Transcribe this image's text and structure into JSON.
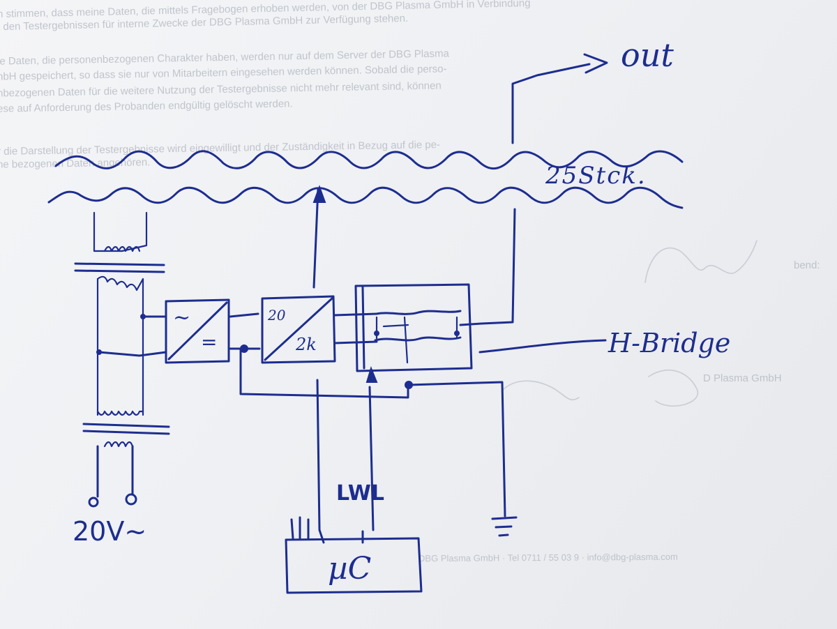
{
  "labels": {
    "out": "out",
    "count": "25Stck.",
    "h_bridge": "H-Bridge",
    "lwl": "LWL",
    "mains": "20V~",
    "controller": "µC",
    "converter_top": "20",
    "converter_bottom": "2k",
    "rectifier_ac": "~",
    "rectifier_dc": "="
  },
  "background_text": [
    "n stimmen, dass meine Daten, die mittels Fragebogen erhoben werden, von der DBG Plasma GmbH in Verbindung",
    "t den Testergebnissen für interne Zwecke der DBG Plasma GmbH zur Verfügung stehen.",
    "le Daten, die personenbezogenen Charakter haben, werden nur auf dem Server der DBG Plasma",
    "nbH gespeichert, so dass sie nur von Mitarbeitern eingesehen werden können. Sobald die perso-",
    "nbezogenen Daten für die weitere Nutzung der Testergebnisse nicht mehr relevant sind, können",
    "ese auf Anforderung des Probanden endgültig gelöscht werden.",
    "r die Darstellung der Testergebnisse wird eingewilligt und der Zuständigkeit in Bezug auf die pe-",
    "ne bezogenen Daten angehören.",
    "bend:",
    "D Plasma GmbH",
    "DBG Plasma GmbH · Tel 0711 / 55 03 9 · info@dbg-plasma.com"
  ],
  "colors": {
    "ink": "#1d2d8f",
    "paper": "#f1f2f5",
    "bleed_text": "#b8bcc4"
  }
}
